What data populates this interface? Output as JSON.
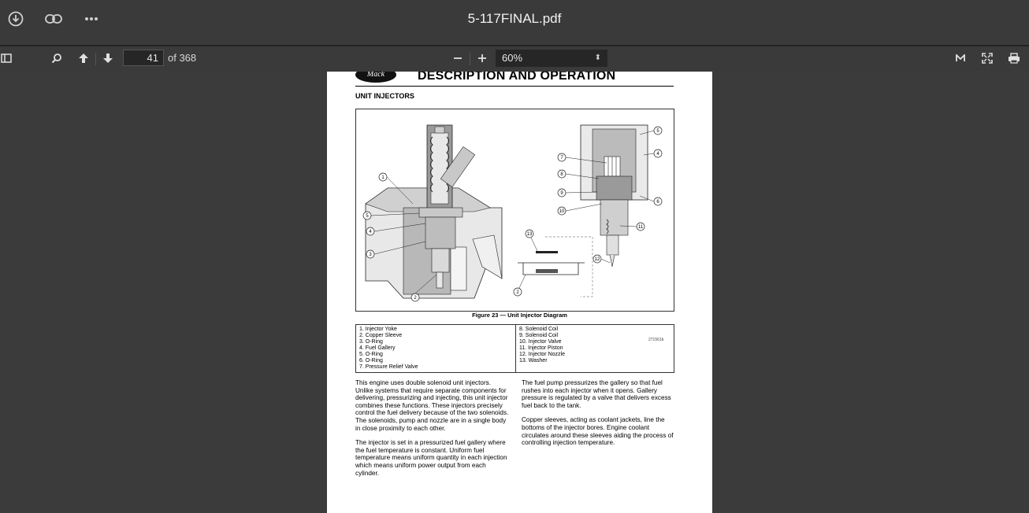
{
  "window": {
    "title": "5-117FINAL.pdf"
  },
  "toolbar": {
    "page_number": "41",
    "page_total": "of 368",
    "zoom": "60%",
    "zoom_arrows": "⬍"
  },
  "icons": {
    "download": "download-icon",
    "link": "link-icon",
    "more": "more-icon",
    "sidebar": "sidebar-toggle-icon",
    "search": "search-icon",
    "prev": "arrow-up-icon",
    "next": "arrow-down-icon",
    "zoom_out": "minus-icon",
    "zoom_in": "plus-icon",
    "tools": "tools-icon",
    "fullscreen": "fullscreen-icon",
    "print": "print-icon"
  },
  "colors": {
    "toolbar_bg": "#3a3a3a",
    "viewer_bg": "#3b3b3b",
    "page_bg": "#ffffff"
  },
  "document": {
    "logo_text": "Mack",
    "header_title": "DESCRIPTION AND OPERATION",
    "section_title": "UNIT INJECTORS",
    "figure_id": "271561b",
    "caption": "Figure 23 — Unit Injector Diagram",
    "callouts": [
      "1",
      "2",
      "3",
      "4",
      "5",
      "6",
      "7",
      "8",
      "9",
      "10",
      "11",
      "12",
      "13"
    ],
    "legend_left": [
      "1. Injector Yoke",
      "2. Copper Sleeve",
      "3. O-Ring",
      "4. Fuel Gallery",
      "5. O-Ring",
      "6. O-Ring",
      "7. Pressure Relief Valve"
    ],
    "legend_right": [
      "8. Solenoid Coil",
      "9. Solenoid Coil",
      "10. Injector Valve",
      "11. Injector Piston",
      "12. Injector Nozzle",
      "13. Washer"
    ],
    "col_left": [
      "This engine uses double solenoid unit injectors. Unlike systems that require separate components for delivering, pressurizing and injecting, this unit injector combines these functions. These injectors precisely control the fuel delivery because of the two solenoids. The solenoids, pump and nozzle are in a single body in close proximity to each other.",
      "The injector is set in a pressurized fuel gallery where the fuel temperature is constant. Uniform fuel temperature means uniform quantity in each injection which means uniform power output from each cylinder."
    ],
    "col_right": [
      "The fuel pump pressurizes the gallery so that fuel rushes into each injector when it opens. Gallery pressure is regulated by a valve that delivers excess fuel back to the tank.",
      "Copper sleeves, acting as coolant jackets, line the bottoms of the injector bores. Engine coolant circulates around these sleeves aiding the process of controlling injection temperature."
    ]
  }
}
